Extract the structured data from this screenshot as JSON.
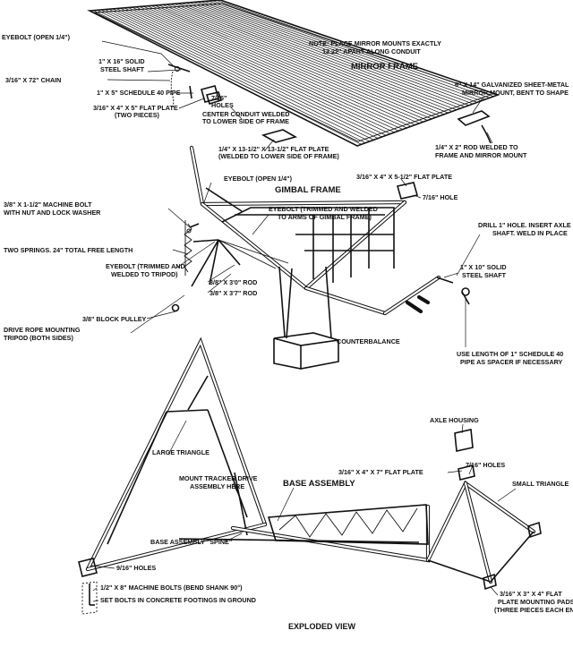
{
  "sections": {
    "mirror_frame": "MIRROR FRAME",
    "gimbal_frame": "GIMBAL FRAME",
    "base_assembly": "BASE ASSEMBLY",
    "exploded_view": "EXPLODED VIEW"
  },
  "labels": {
    "eyebolt_open_top": "EYEBOLT (OPEN 1/4\")",
    "note_line1": "NOTE: PLACE MIRROR MOUNTS EXACTLY",
    "note_line2": "13.22\" APART ALONG CONDUIT",
    "shaft_line1": "1\" X 16\" SOLID",
    "shaft_line2": "STEEL SHAFT",
    "chain": "3/16\" X 72\" CHAIN",
    "holes_716_line1": "7/16\"",
    "holes_716_line2": "HOLES",
    "mount_line1": "6\" X 14\" GALVANIZED SHEET-METAL",
    "mount_line2": "MIRROR MOUNT, BENT TO SHAPE",
    "pipe_sched40": "1\" X 5\" SCHEDULE 40 PIPE",
    "conduit_line1": "CENTER CONDUIT WELDED",
    "conduit_line2": "TO LOWER SIDE OF FRAME",
    "flatplate_two_line1": "3/16\" X 4\" X 5\" FLAT PLATE",
    "flatplate_two_line2": "(TWO PIECES)",
    "flatplate_big_line1": "1/4\" X 13-1/2\" X 13-1/2\" FLAT PLATE",
    "flatplate_big_line2": "(WELDED TO LOWER SIDE OF FRAME)",
    "rod_line1": "1/4\" X 2\" ROD WELDED TO",
    "rod_line2": "FRAME AND MIRROR MOUNT",
    "eyebolt_open_gimbal": "EYEBOLT (OPEN 1/4\")",
    "flatplate_gimbal": "3/16\" X 4\" X 5-1/2\" FLAT PLATE",
    "hole_716": "7/16\" HOLE",
    "machine_bolt_line1": "3/8\" X 1-1/2\" MACHINE BOLT",
    "machine_bolt_line2": "WITH NUT AND LOCK WASHER",
    "eyebolt_trimmed_arms_line1": "EYEBOLT (TRIMMED AND WELDED",
    "eyebolt_trimmed_arms_line2": "TO ARMS OF GIMBAL FRAME)",
    "drill_line1": "DRILL 1\" HOLE. INSERT AXLE",
    "drill_line2": "SHAFT. WELD IN PLACE",
    "springs": "TWO SPRINGS. 24\" TOTAL FREE LENGTH",
    "eyebolt_tripod_line1": "EYEBOLT (TRIMMED AND",
    "eyebolt_tripod_line2": "WELDED TO TRIPOD)",
    "axle_shaft_line1": "1\" X 10\" SOLID",
    "axle_shaft_line2": "STEEL SHAFT",
    "rod_3_0": "3/8\" X 3'0\" ROD",
    "rod_3_7": "3/8\" X 3'7\" ROD",
    "block_pulley": "3/8\" BLOCK PULLEY",
    "tripod_line1": "DRIVE ROPE MOUNTING",
    "tripod_line2": "TRIPOD (BOTH SIDES)",
    "counterbalance": "COUNTERBALANCE",
    "spacer_line1": "USE LENGTH OF 1\" SCHEDULE 40",
    "spacer_line2": "PIPE AS SPACER IF NECESSARY",
    "axle_housing": "AXLE HOUSING",
    "large_triangle": "LARGE TRIANGLE",
    "flatplate_base": "3/16\" X 4\" X 7\" FLAT PLATE",
    "holes_716_base": "7/16\" HOLES",
    "tracker_line1": "MOUNT TRACKER DRIVE",
    "tracker_line2": "ASSEMBLY HERE",
    "small_triangle": "SMALL TRIANGLE",
    "spine": "BASE ASSEMBLY \"SPINE\"",
    "holes_916": "9/16\" HOLES",
    "machine_bolts_base": "1/2\" X 8\" MACHINE BOLTS (BEND SHANK 90°)",
    "set_bolts": "SET BOLTS IN CONCRETE FOOTINGS IN GROUND",
    "pads_line1": "3/16\" X 3\" X 4\" FLAT",
    "pads_line2": "PLATE MOUNTING PADS",
    "pads_line3": "(THREE PIECES EACH END)"
  }
}
